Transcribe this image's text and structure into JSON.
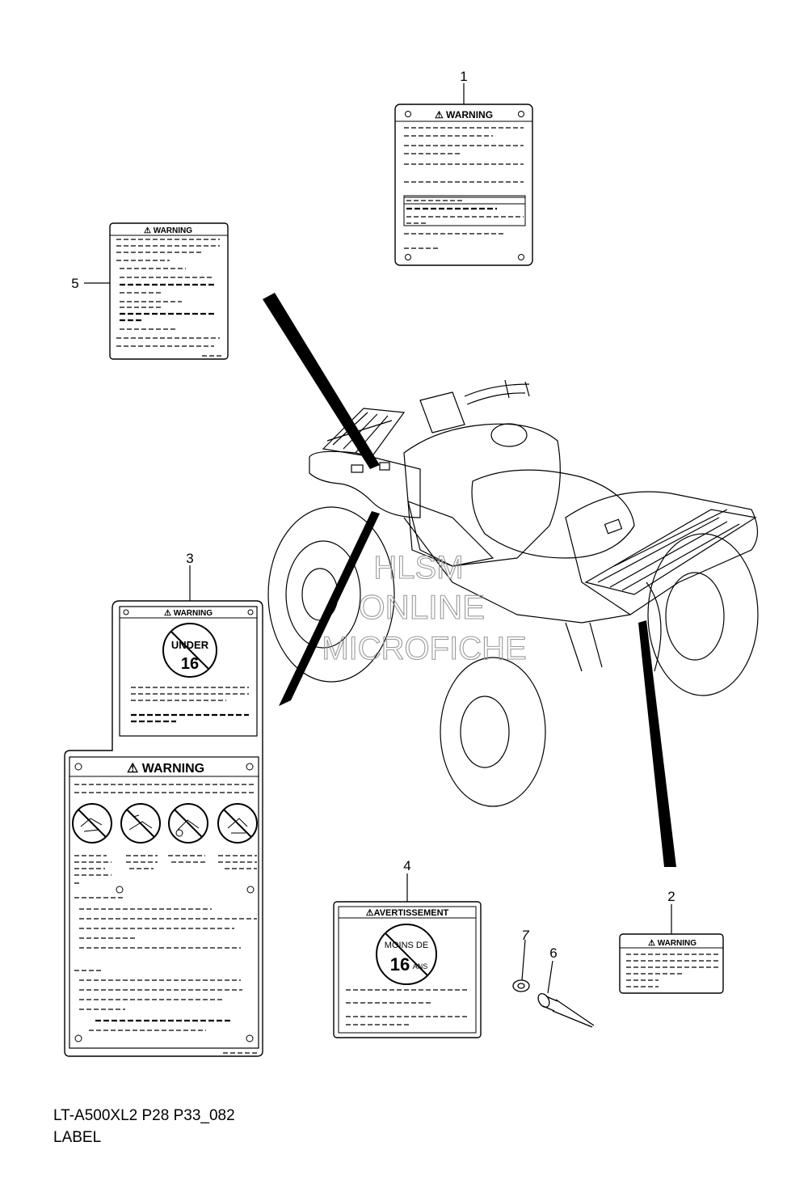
{
  "diagram": {
    "callouts": [
      "1",
      "2",
      "3",
      "4",
      "5",
      "6",
      "7"
    ],
    "labels": {
      "label_1_title": "WARNING",
      "label_2_title": "WARNING",
      "label_3_upper_title": "WARNING",
      "label_3_lower_title": "WARNING",
      "label_4_title": "AVERTISSEMENT",
      "label_5_title": "WARNING",
      "label_3_pictogram_top": "UNDER",
      "label_3_pictogram_number": "16",
      "label_4_pictogram_top": "MOINS DE",
      "label_4_pictogram_number": "16",
      "label_4_pictogram_suffix": "ANS"
    },
    "watermark": [
      "HLSM",
      "ONLINE",
      "MICROFICHE"
    ]
  },
  "caption": {
    "code": "LT-A500XL2 P28 P33_082",
    "title": "LABEL"
  }
}
